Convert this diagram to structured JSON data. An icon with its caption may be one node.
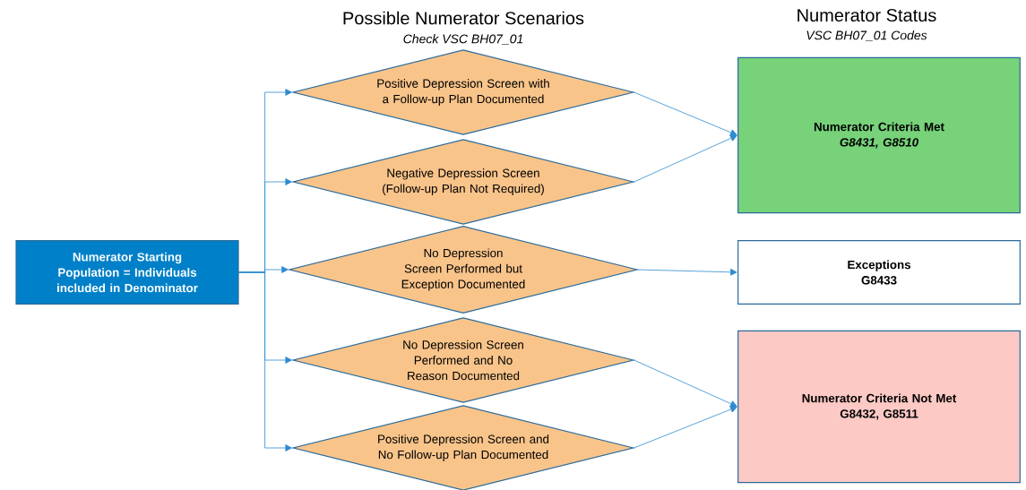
{
  "diagram": {
    "nodes": [
      {
        "text": [
          "Numerator Starting Population = Individuals included in Denominator"
        ]
      },
      {
        "text": [
          "Positive Depression Screen with a Follow-up Plan Documented"
        ]
      },
      {
        "text": [
          "Negative Depression Screen (Follow-up Plan Not Required)"
        ]
      },
      {
        "text": [
          "No Depression Screen Performed but Exception Documented"
        ]
      },
      {
        "text": [
          "No Depression Screen Performed and No Reason Documented"
        ]
      },
      {
        "text": [
          "Positive Depression Screen and No Follow-up Plan Documented"
        ]
      },
      {
        "text": [
          "Numerator Criteria Met",
          "G8431, G8510"
        ]
      },
      {
        "text": [
          "Exceptions",
          "G8433"
        ]
      },
      {
        "text": [
          "Numerator Criteria Not Met",
          "G8432, G8511"
        ]
      }
    ],
    "edges": [
      {
        "from": 0,
        "to": 1,
        "arrow": "to"
      },
      {
        "from": 0,
        "to": 2,
        "arrow": "to"
      },
      {
        "from": 0,
        "to": 3,
        "arrow": "to"
      },
      {
        "from": 0,
        "to": 4,
        "arrow": "to"
      },
      {
        "from": 0,
        "to": 5,
        "arrow": "to"
      },
      {
        "from": 1,
        "to": 6,
        "arrow": "to"
      },
      {
        "from": 2,
        "to": 6,
        "arrow": "to"
      },
      {
        "from": 3,
        "to": 7,
        "arrow": "to"
      },
      {
        "from": 4,
        "to": 8,
        "arrow": "to"
      },
      {
        "from": 5,
        "to": 8,
        "arrow": "to"
      }
    ],
    "labels": [
      "Possible Numerator Scenarios",
      "Check VSC BH07_01",
      "Numerator Status",
      "VSC BH07_01 Codes"
    ]
  }
}
